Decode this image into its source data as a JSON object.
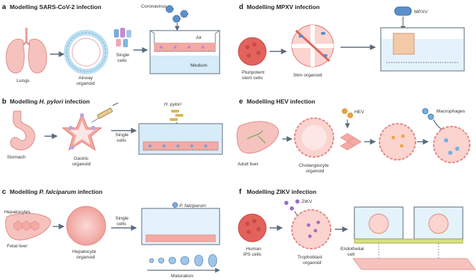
{
  "panels": {
    "a": {
      "letter": "a",
      "title": "Modelling SARS-CoV-2 infection",
      "labels": {
        "lungs": "Lungs",
        "airway_l1": "Airway",
        "airway_l2": "organoid",
        "single_l1": "Single",
        "single_l2": "cells",
        "virus": "Coronavirus",
        "air": "Air",
        "medium": "Medium"
      }
    },
    "b": {
      "letter": "b",
      "title_pre": "Modelling ",
      "title_species": "H. pylori",
      "title_post": " infection",
      "labels": {
        "stomach": "Stomach",
        "gastric_l1": "Gastric",
        "gastric_l2": "organoid",
        "single_l1": "Single",
        "single_l2": "cells",
        "bacterium": "H. pylori"
      }
    },
    "c": {
      "letter": "c",
      "title_pre": "Modelling ",
      "title_species": "P. falciparum",
      "title_post": " infection",
      "labels": {
        "hepatocytes": "Hepatocytes",
        "fetal_liver": "Fetal liver",
        "hep_l1": "Hepatocyte",
        "hep_l2": "organoid",
        "single_l1": "Single",
        "single_l2": "cells",
        "parasite": "P. falciparum",
        "maturation": "Maturation"
      }
    },
    "d": {
      "letter": "d",
      "title": "Modelling MPXV infection",
      "labels": {
        "psc_l1": "Pluripotent",
        "psc_l2": "stem cells",
        "skin": "Skin organoid",
        "virus": "MPXV"
      }
    },
    "e": {
      "letter": "e",
      "title": "Modelling HEV infection",
      "labels": {
        "adult_liver": "Adult liver",
        "chol_l1": "Cholangiocyte",
        "chol_l2": "organoid",
        "virus": "HEV",
        "macrophages": "Macrophages"
      }
    },
    "f": {
      "letter": "f",
      "title": "Modelling ZIKV infection",
      "labels": {
        "ips_l1": "Human",
        "ips_l2": "iPS cells",
        "tropho_l1": "Trophoblast",
        "tropho_l2": "organoid",
        "virus": "ZIKV",
        "endo_l1": "Endothelial",
        "endo_l2": "cell"
      }
    }
  },
  "colors": {
    "tissue": "#f3a9a4",
    "tissue_dark": "#e27f7a",
    "cell_blue": "#4f8fd0",
    "virus": "#5b8fc9",
    "medium": "#d6ecf8",
    "arrow": "#5a6b7c",
    "bacteria": "#d6b85a",
    "zikv": "#9b6fc2"
  }
}
